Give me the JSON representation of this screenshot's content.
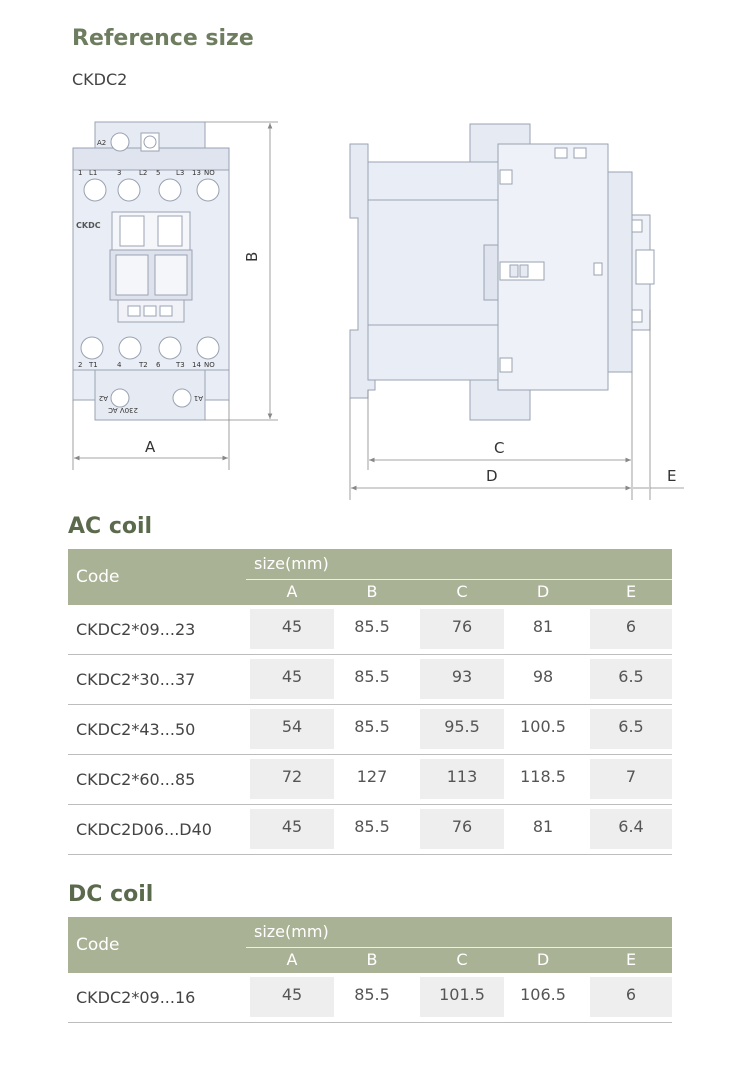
{
  "title": "Reference size",
  "model": "CKDC2",
  "diagram": {
    "dim_labels": {
      "A": "A",
      "B": "B",
      "C": "C",
      "D": "D",
      "E": "E"
    },
    "front_text": {
      "a2_top": "A2",
      "terminal_top": [
        "1",
        "L1",
        "3",
        "L2",
        "5",
        "L3",
        "13",
        "NO"
      ],
      "brand": "CKDC",
      "terminal_bottom": [
        "2",
        "T1",
        "4",
        "T2",
        "6",
        "T3",
        "14",
        "NO"
      ],
      "coil_rating": "230V  AC",
      "a2_bottom": "A2",
      "a1_bottom": "A1"
    }
  },
  "ac_coil": {
    "heading": "AC coil",
    "code_label": "Code",
    "size_label": "size(mm)",
    "columns": [
      "A",
      "B",
      "C",
      "D",
      "E"
    ],
    "rows": [
      {
        "code": "CKDC2*09...23",
        "values": [
          "45",
          "85.5",
          "76",
          "81",
          "6"
        ]
      },
      {
        "code": "CKDC2*30...37",
        "values": [
          "45",
          "85.5",
          "93",
          "98",
          "6.5"
        ]
      },
      {
        "code": "CKDC2*43...50",
        "values": [
          "54",
          "85.5",
          "95.5",
          "100.5",
          "6.5"
        ]
      },
      {
        "code": "CKDC2*60...85",
        "values": [
          "72",
          "127",
          "113",
          "118.5",
          "7"
        ]
      },
      {
        "code": "CKDC2D06...D40",
        "values": [
          "45",
          "85.5",
          "76",
          "81",
          "6.4"
        ]
      }
    ]
  },
  "dc_coil": {
    "heading": "DC coil",
    "code_label": "Code",
    "size_label": "size(mm)",
    "columns": [
      "A",
      "B",
      "C",
      "D",
      "E"
    ],
    "rows": [
      {
        "code": "CKDC2*09...16",
        "values": [
          "45",
          "85.5",
          "101.5",
          "106.5",
          "6"
        ]
      }
    ]
  }
}
